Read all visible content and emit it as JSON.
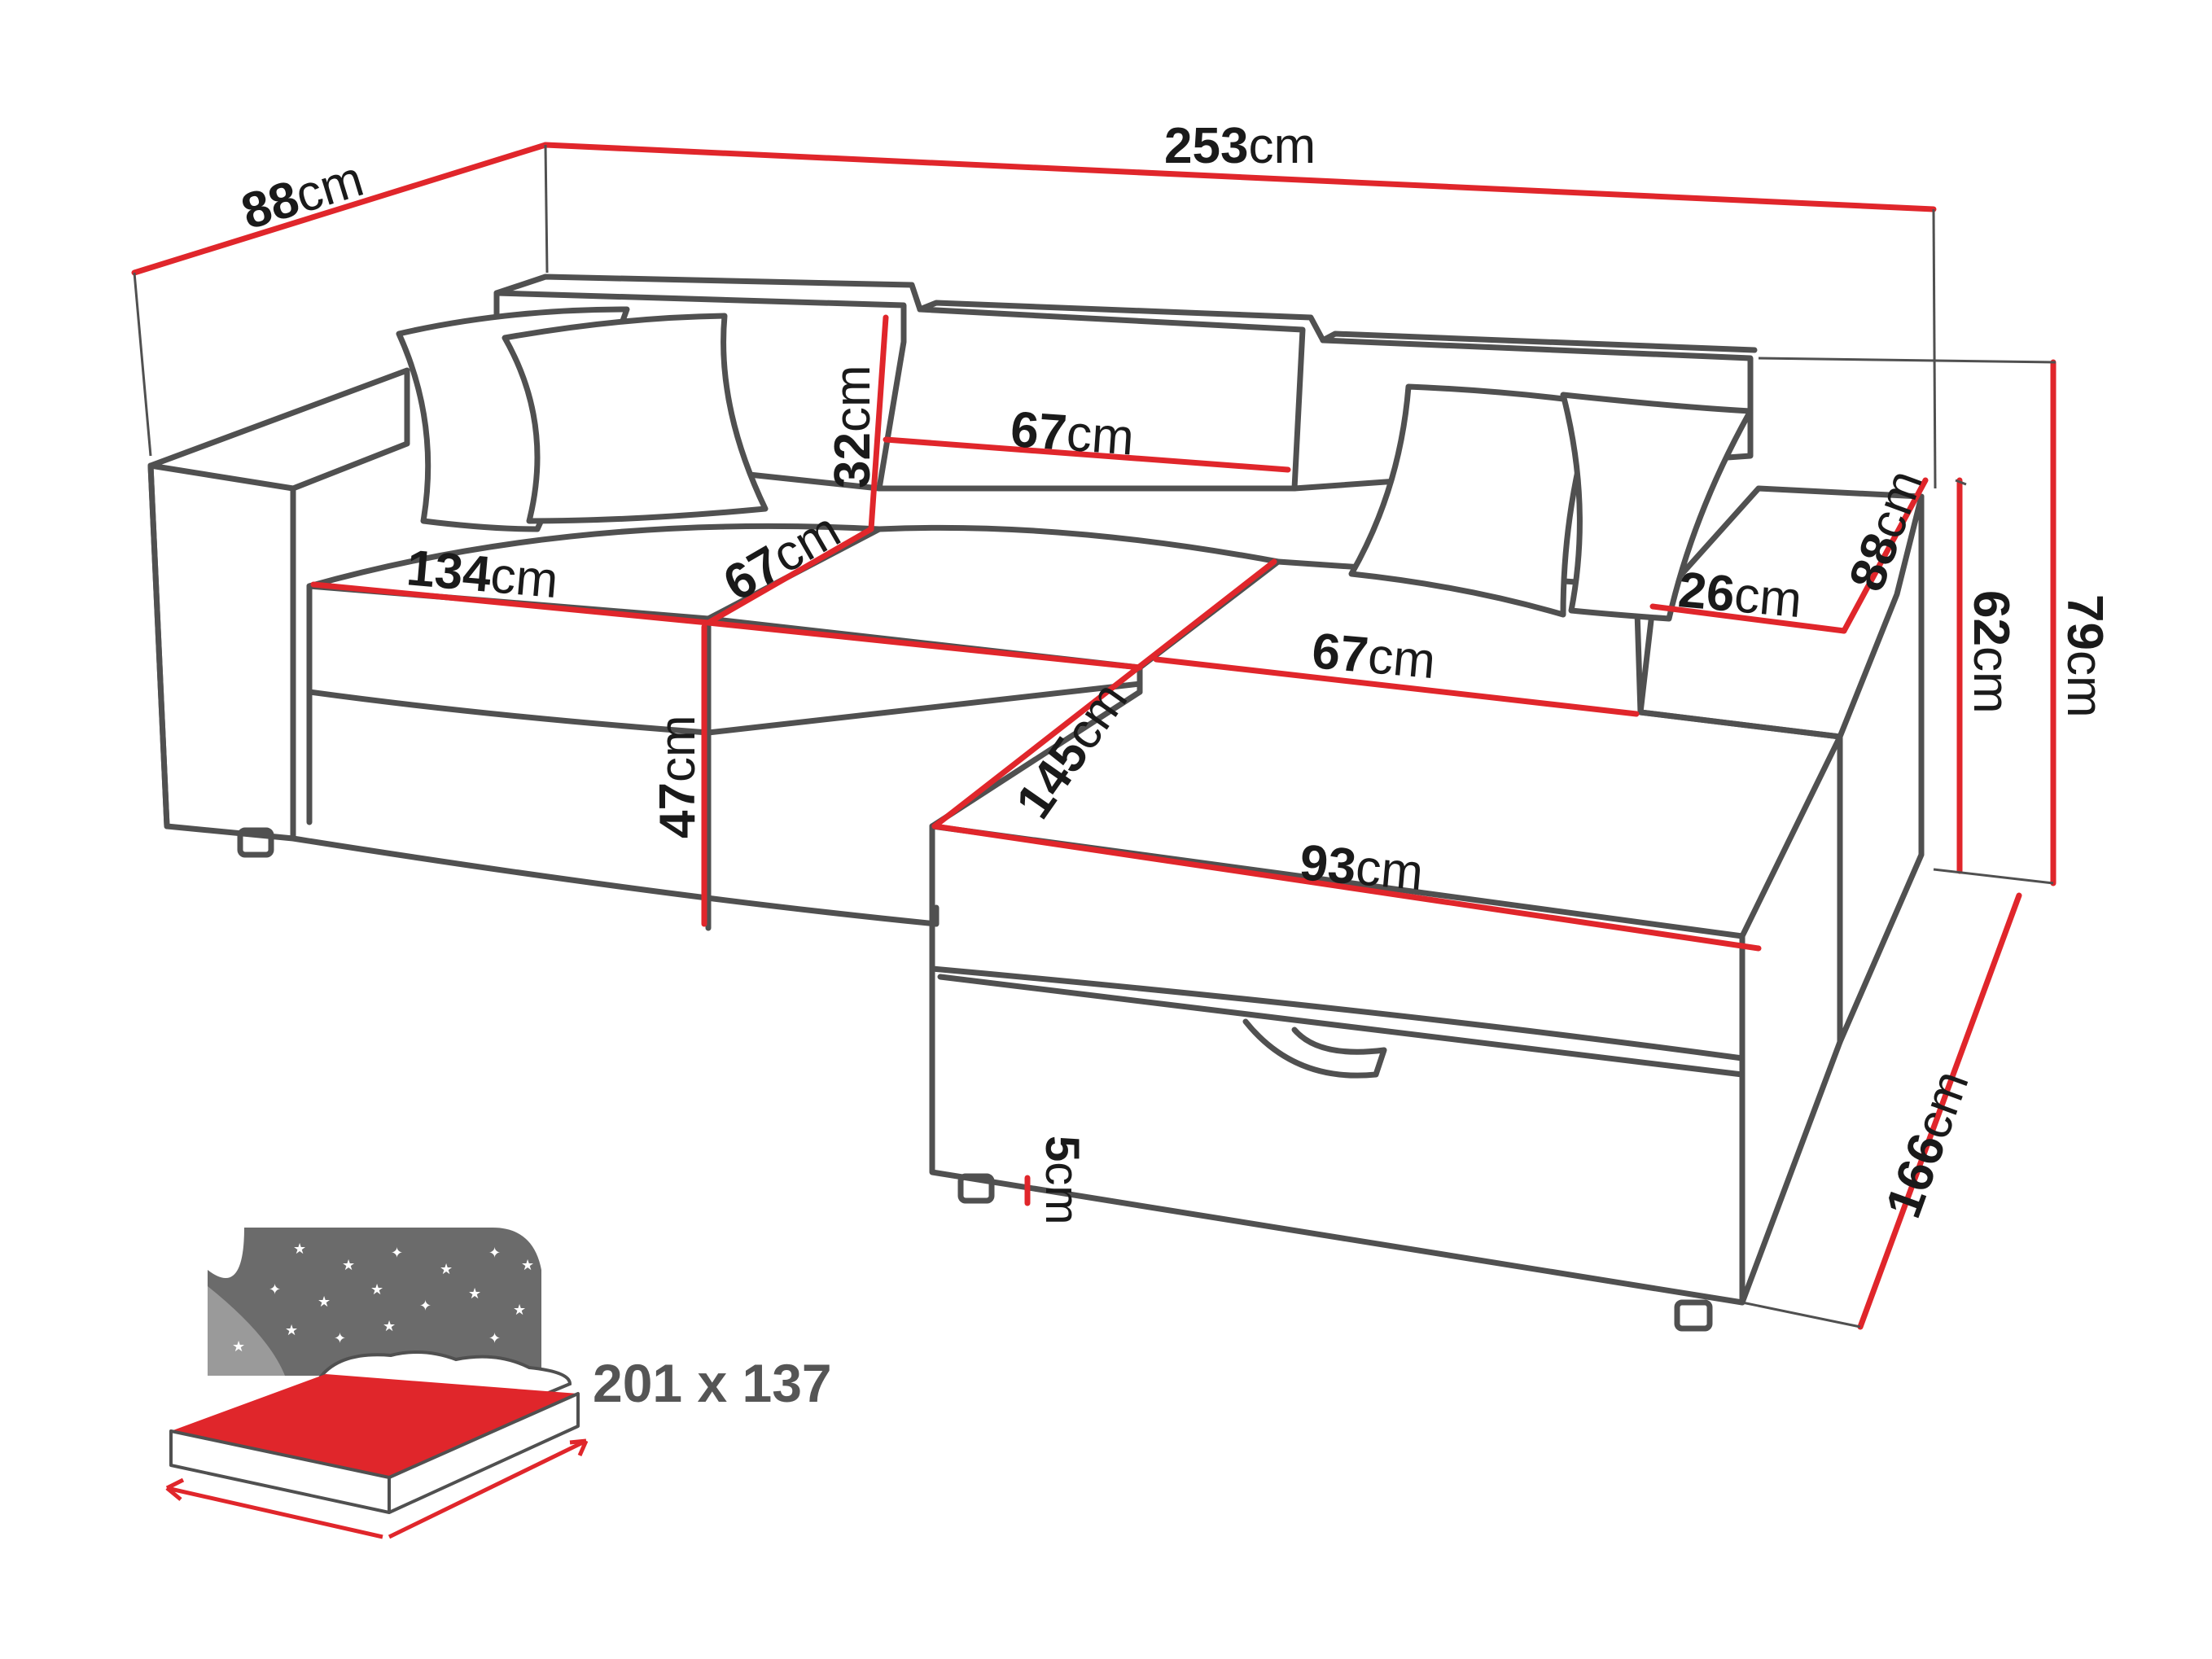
{
  "unit": "cm",
  "dimensions": {
    "total_width": "253",
    "depth": "88",
    "back_height": "32",
    "seat_depth_left": "67",
    "seat_width_left": "134",
    "seat_depth_middle": "67",
    "seat_height": "47",
    "chaise_length": "145",
    "chaise_seat_depth": "67",
    "chaise_width": "93",
    "armrest_width": "26",
    "armrest_depth": "88",
    "armrest_height": "62",
    "total_height": "79",
    "chaise_depth_total": "166",
    "leg_height": "5"
  },
  "bed": {
    "size": "201 x 137"
  },
  "colors": {
    "dimension_line": "#e0262b",
    "outline": "#505050",
    "bed_mattress": "#e0262b",
    "bed_panel": "#6b6b6b"
  }
}
